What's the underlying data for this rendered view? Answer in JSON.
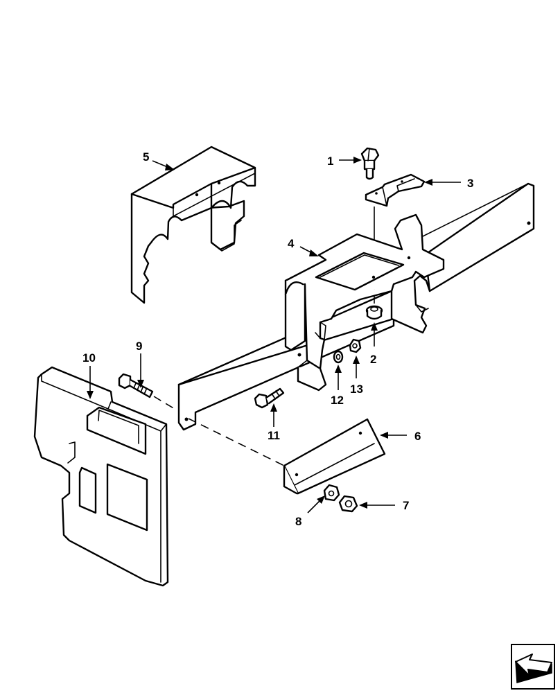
{
  "callouts": [
    {
      "id": "1",
      "part": "bolt"
    },
    {
      "id": "2",
      "part": "flange-nut"
    },
    {
      "id": "3",
      "part": "clamp-plate"
    },
    {
      "id": "4",
      "part": "weight-bracket-frame"
    },
    {
      "id": "5",
      "part": "weight-cover-bracket"
    },
    {
      "id": "6",
      "part": "angle-strap"
    },
    {
      "id": "7",
      "part": "nut"
    },
    {
      "id": "8",
      "part": "lock-nut"
    },
    {
      "id": "9",
      "part": "bolt"
    },
    {
      "id": "10",
      "part": "front-weight"
    },
    {
      "id": "11",
      "part": "bolt"
    },
    {
      "id": "12",
      "part": "washer"
    },
    {
      "id": "13",
      "part": "nut"
    }
  ],
  "navigation": {
    "icon": "next-page-arrow-icon"
  },
  "colors": {
    "line": "#000000",
    "background": "#ffffff"
  }
}
